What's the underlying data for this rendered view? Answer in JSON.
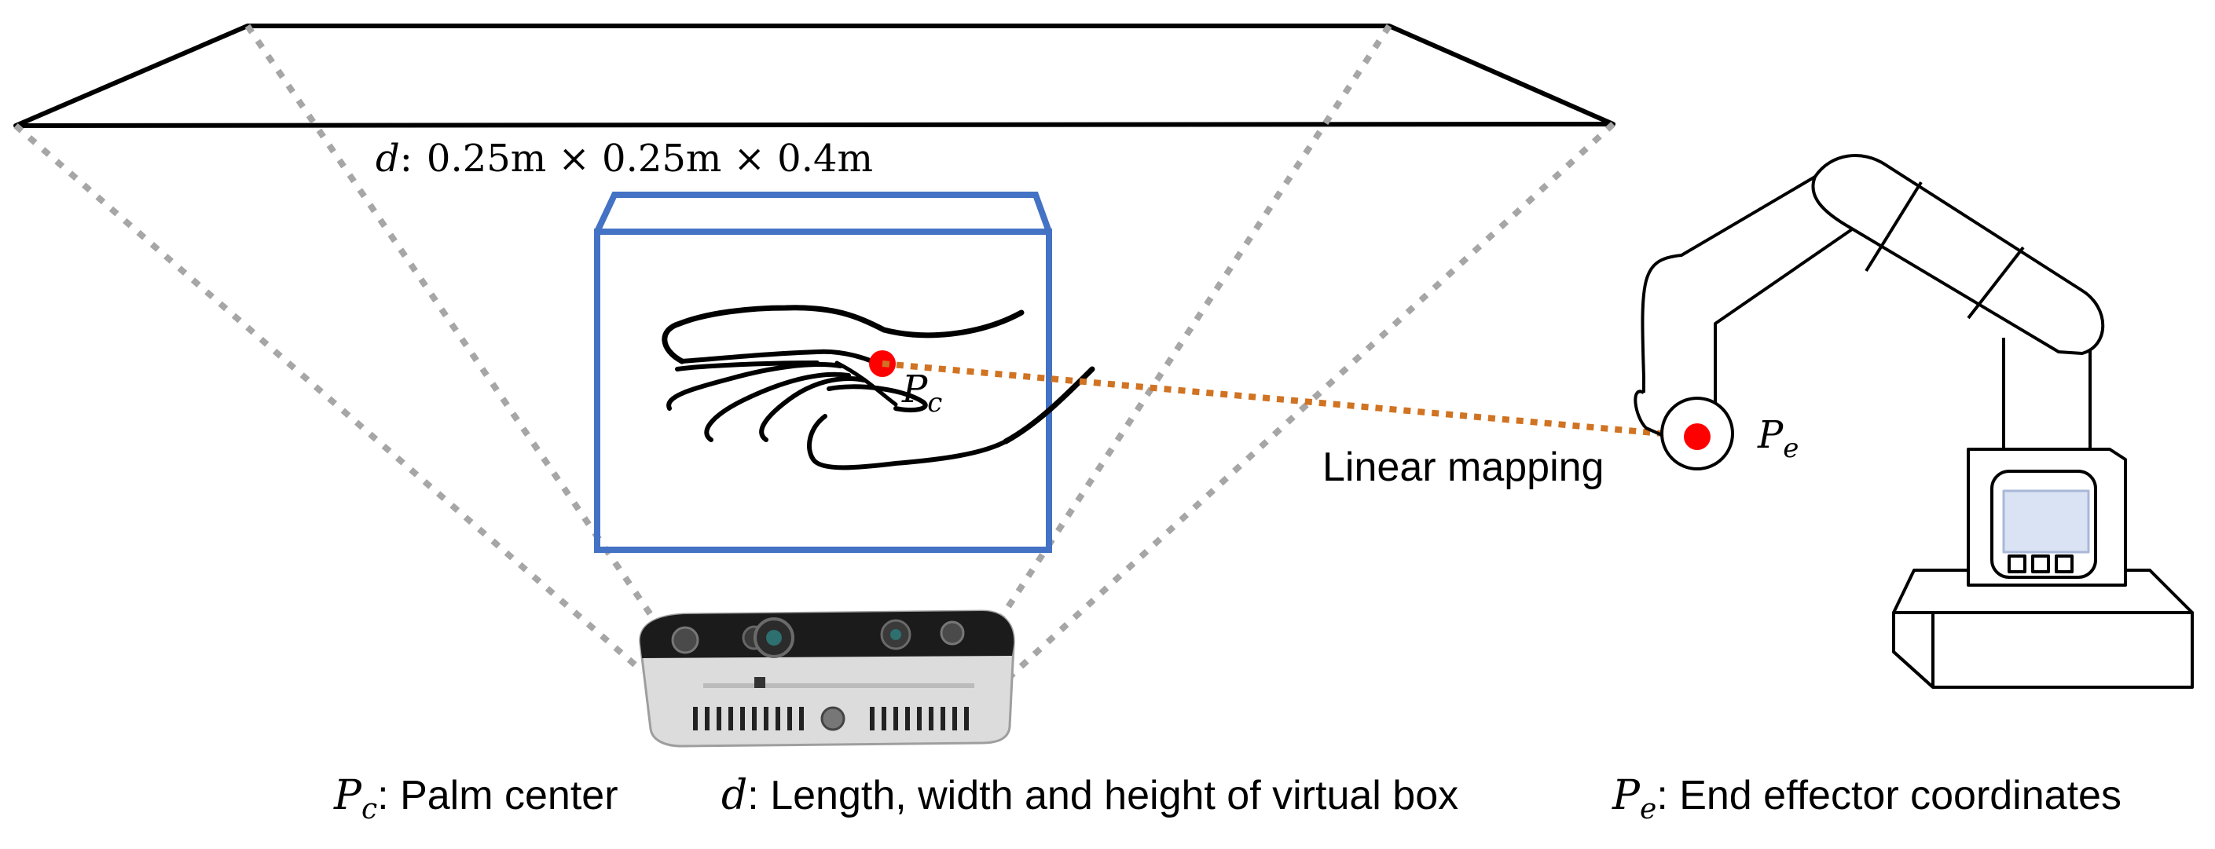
{
  "box_dimension": {
    "var": "d",
    "sep": ":",
    "value_text": "0.25m × 0.25m × 0.4m"
  },
  "palm_point": {
    "symbol": "P",
    "subscript": "c"
  },
  "end_effector_point": {
    "symbol": "P",
    "subscript": "e"
  },
  "mapping_label": "Linear mapping",
  "legend": {
    "palm": {
      "symbol": "P",
      "subscript": "c",
      "text": ": Palm center"
    },
    "box": {
      "symbol": "d",
      "text": ": Length, width and height of virtual box"
    },
    "effector": {
      "symbol": "P",
      "subscript": "e",
      "text": ": End effector coordinates"
    }
  },
  "colors": {
    "virtual_box": "#4472c4",
    "mapping_line": "#d07322",
    "point": "#ff0000",
    "frustum": "#a6a6a6",
    "outline": "#000000",
    "robot_screen": "#dae3f3"
  },
  "icons": [
    "depth-camera-icon",
    "hand-icon",
    "robot-arm-icon"
  ]
}
